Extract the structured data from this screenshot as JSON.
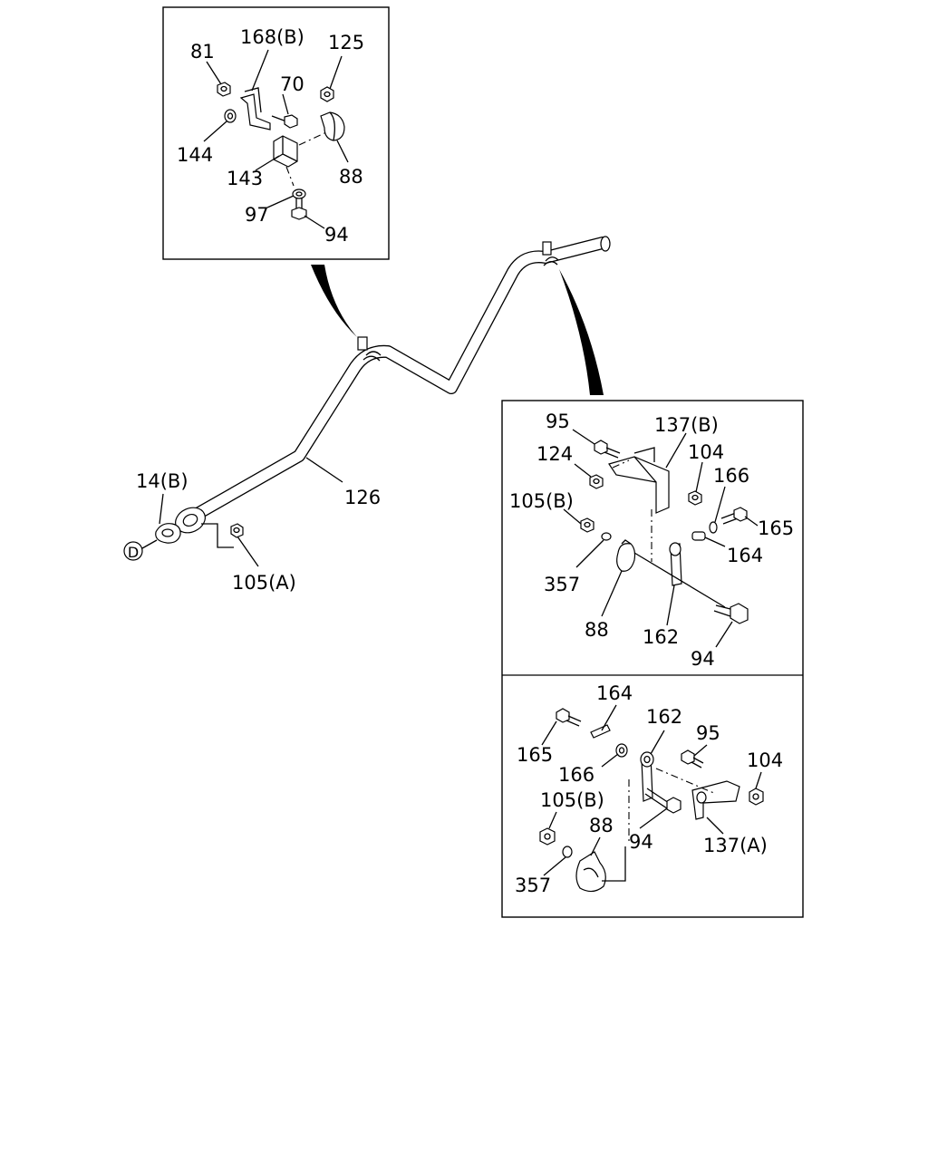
{
  "callouts": {
    "top_left": {
      "l81": "81",
      "l168b": "168(B)",
      "l125": "125",
      "l70": "70",
      "l144": "144",
      "l88": "88",
      "l143": "143",
      "l97": "97",
      "l94": "94"
    },
    "main": {
      "l14b": "14(B)",
      "l126": "126",
      "l105a": "105(A)",
      "marker_d": "D"
    },
    "right_upper": {
      "l95": "95",
      "l137b": "137(B)",
      "l124": "124",
      "l104": "104",
      "l166": "166",
      "l105b": "105(B)",
      "l165": "165",
      "l164": "164",
      "l357": "357",
      "l88": "88",
      "l162": "162",
      "l94": "94"
    },
    "right_lower": {
      "l164": "164",
      "l162": "162",
      "l95": "95",
      "l104": "104",
      "l165": "165",
      "l166": "166",
      "l105b": "105(B)",
      "l88": "88",
      "l94": "94",
      "l137a": "137(A)",
      "l357": "357"
    }
  }
}
